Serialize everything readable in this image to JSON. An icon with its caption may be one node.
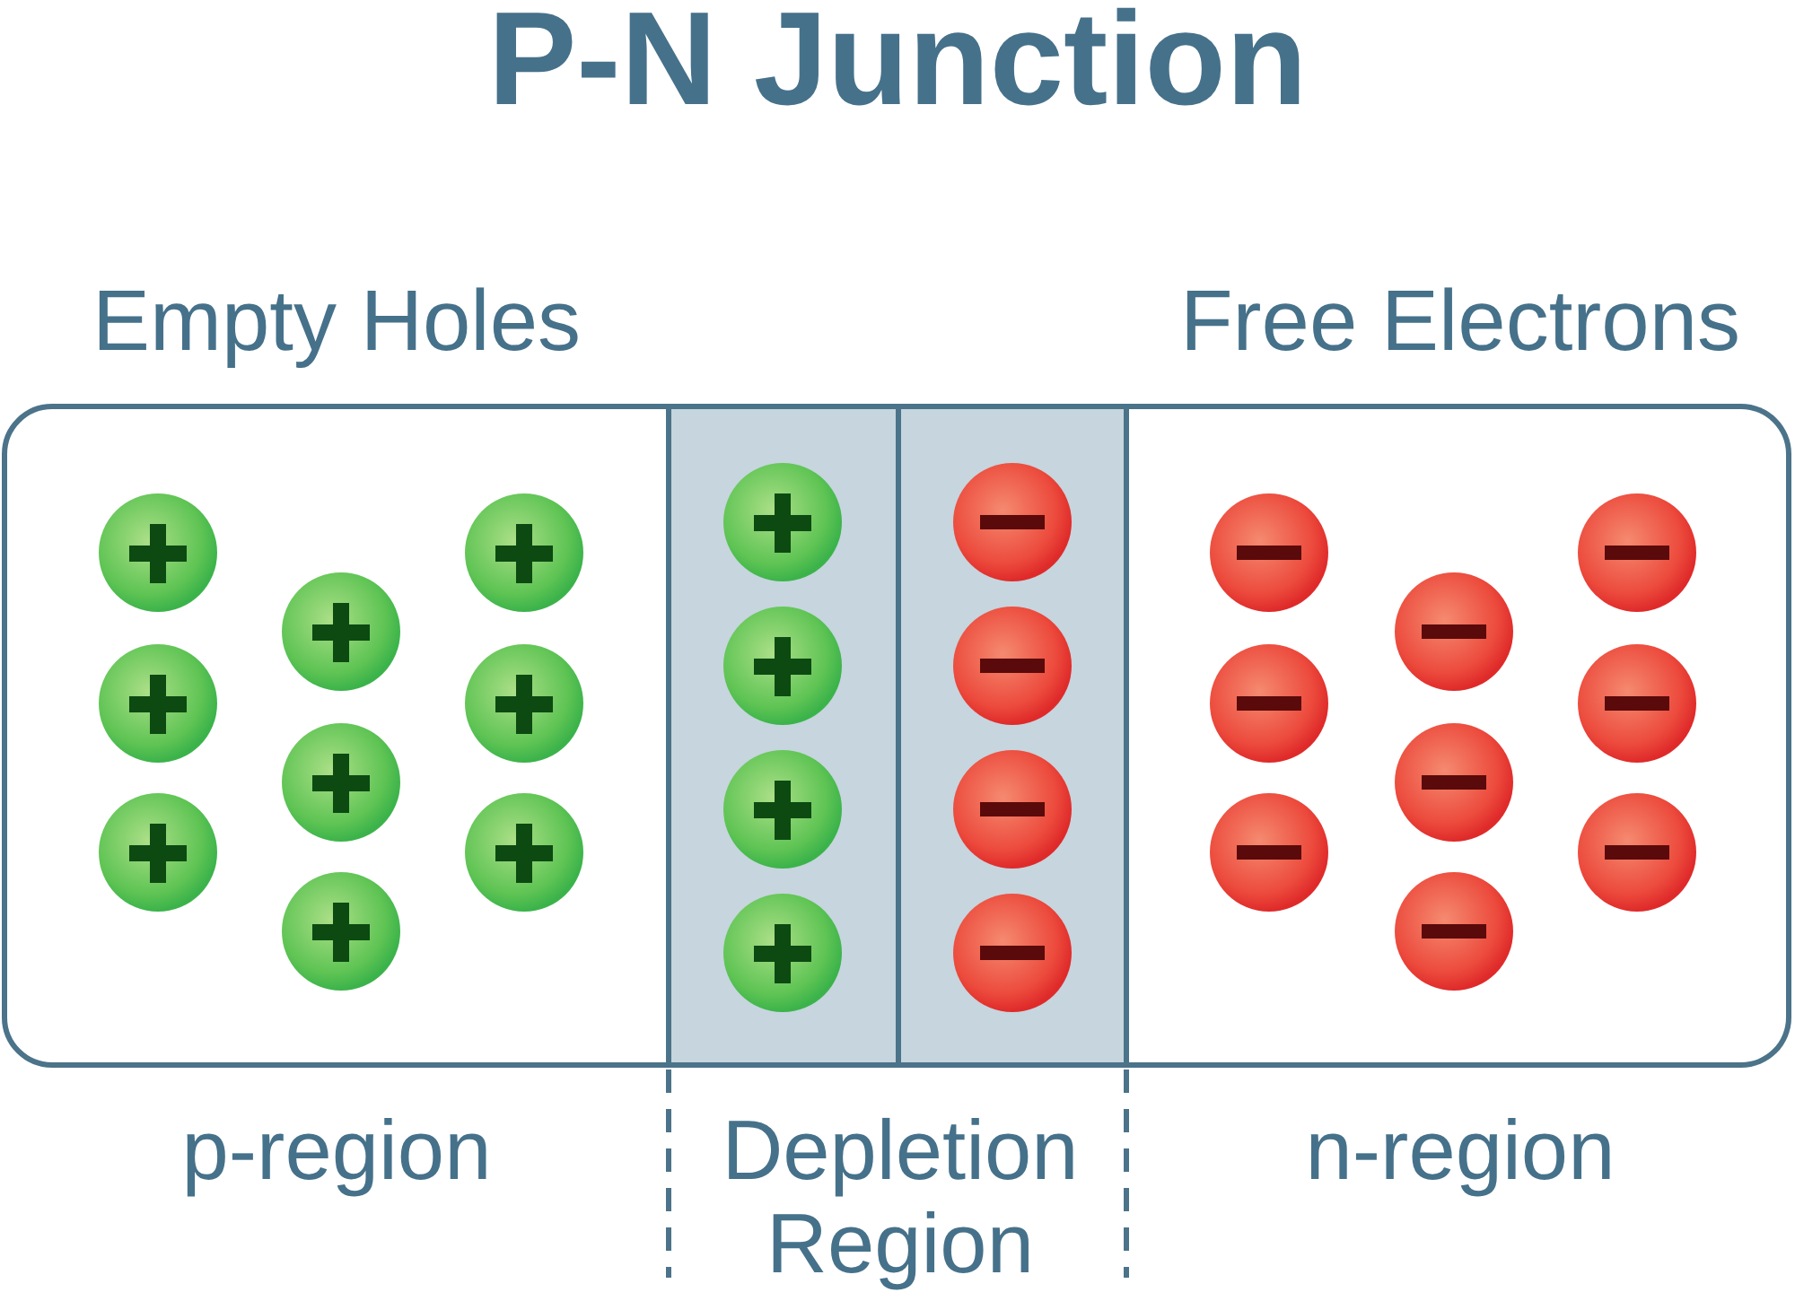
{
  "diagram": {
    "title": "P-N Junction",
    "nodes": [
      {
        "text": [
          "Empty Holes",
          "p-region"
        ]
      },
      {
        "text": [
          "Depletion Region"
        ]
      },
      {
        "text": [
          "Free Electrons",
          "n-region"
        ]
      }
    ]
  }
}
